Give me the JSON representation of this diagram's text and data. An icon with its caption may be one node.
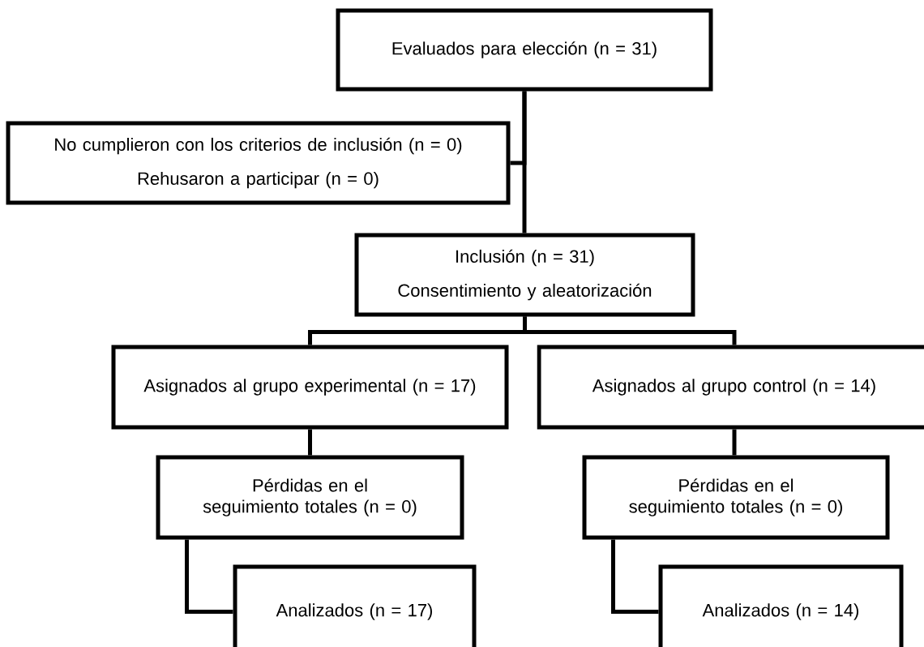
{
  "diagram": {
    "nodes": [
      {
        "text": [
          "Evaluados para elección (n = 31)"
        ]
      },
      {
        "text": [
          "No cumplieron con los criterios de inclusión (n = 0)",
          "Rehusaron a participar (n = 0)"
        ]
      },
      {
        "text": [
          "Inclusión (n = 31)",
          "Consentimiento y aleatorización"
        ]
      },
      {
        "text": [
          "Asignados al grupo experimental (n = 17)"
        ]
      },
      {
        "text": [
          "Asignados al grupo control (n = 14)"
        ]
      },
      {
        "text": [
          "Pérdidas en el seguimiento totales (n = 0)"
        ]
      },
      {
        "text": [
          "Pérdidas en el seguimiento totales (n = 0)"
        ]
      },
      {
        "text": [
          "Analizados (n = 17)"
        ]
      },
      {
        "text": [
          "Analizados (n = 14)"
        ]
      }
    ],
    "edges": [
      {
        "from": 0,
        "to": 1,
        "arrow": "none"
      },
      {
        "from": 0,
        "to": 2,
        "arrow": "none"
      },
      {
        "from": 2,
        "to": 3,
        "arrow": "none"
      },
      {
        "from": 2,
        "to": 4,
        "arrow": "none"
      },
      {
        "from": 3,
        "to": 5,
        "arrow": "none"
      },
      {
        "from": 4,
        "to": 6,
        "arrow": "none"
      },
      {
        "from": 5,
        "to": 7,
        "arrow": "none"
      },
      {
        "from": 6,
        "to": 8,
        "arrow": "none"
      }
    ]
  }
}
